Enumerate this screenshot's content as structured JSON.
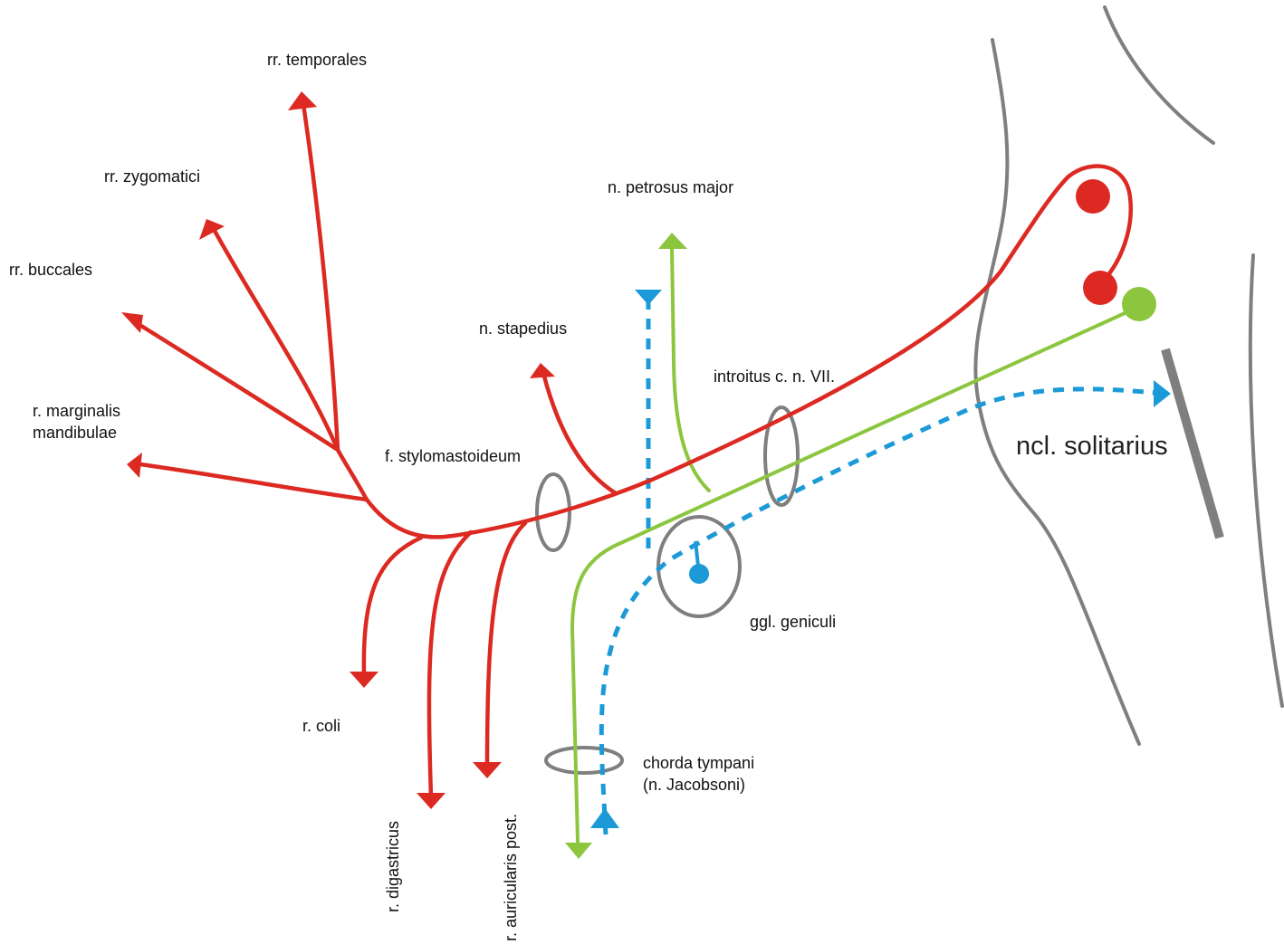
{
  "colors": {
    "motor": "#dc2a22",
    "parasympathetic": "#8cc63f",
    "sensory": "#1b9ad7",
    "outline": "#7f7f7f"
  },
  "labels": {
    "rr_temporales": "rr. temporales",
    "rr_zygomatici": "rr. zygomatici",
    "rr_buccales": "rr. buccales",
    "r_marginalis_line1": "r. marginalis",
    "r_marginalis_line2": "mandibulae",
    "n_petrosus_major": "n. petrosus major",
    "n_stapedius": "n. stapedius",
    "introitus": "introitus c. n. VII.",
    "f_stylomastoideum": "f. stylomastoideum",
    "ncl_solitarius": "ncl. solitarius",
    "ggl_geniculi": "ggl. geniculi",
    "r_coli": "r. coli",
    "chorda_line1": "chorda tympani",
    "chorda_line2": "(n. Jacobsoni)",
    "r_digastricus": "r. digastricus",
    "r_auricularis": "r. auricularis post."
  }
}
